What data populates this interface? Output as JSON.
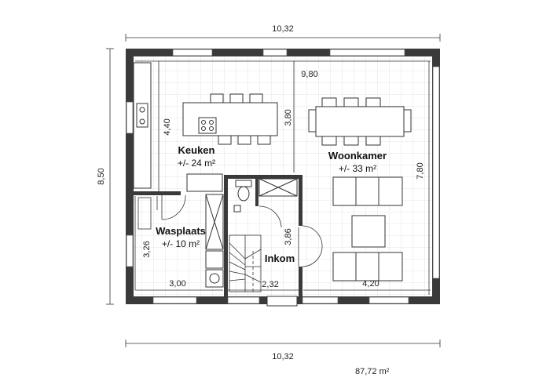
{
  "dimensions": {
    "top_width": "10,32",
    "bottom_width": "10,32",
    "left_height": "8,50",
    "inner_top_width": "9,80",
    "keuken_height": "4,40",
    "middle_height": "3,80",
    "woonkamer_height": "7,80",
    "wasplaats_height": "3,26",
    "wasplaats_width": "3,00",
    "stair_width": "2,32",
    "woonkamer_width": "4,20",
    "inkom_height": "3,86"
  },
  "rooms": {
    "keuken": {
      "name": "Keuken",
      "area": "+/- 24 m²"
    },
    "woonkamer": {
      "name": "Woonkamer",
      "area": "+/- 33 m²"
    },
    "wasplaats": {
      "name": "Wasplaats",
      "area": "+/- 10 m²"
    },
    "inkom": {
      "name": "Inkom"
    }
  },
  "total_area": "87,72 m²",
  "colors": {
    "wall": "#3a3a3a",
    "floor_grid": "#d9d9d9",
    "line": "#333333"
  }
}
